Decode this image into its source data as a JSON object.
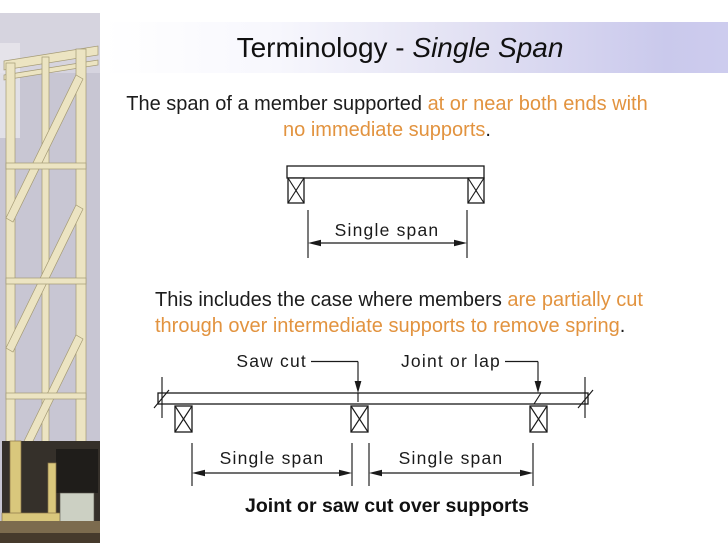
{
  "slide": {
    "title": {
      "prefix": "Terminology - ",
      "emphasis": "Single Span"
    },
    "intro": {
      "line1_black": "The span of a member supported ",
      "line1_orange": "at or near both ends with",
      "line2_orange": "no immediate supports",
      "line2_black": "."
    },
    "note": {
      "line1_black": "This includes the case where members ",
      "line1_orange": "are partially cut",
      "line2_orange": "through over intermediate supports to remove spring",
      "line2_black": "."
    },
    "diagram_single_span": {
      "span_label": "Single span"
    },
    "diagram_joint": {
      "saw_cut_label": "Saw cut",
      "joint_label": "Joint or lap",
      "left_span_label": "Single span",
      "right_span_label": "Single span",
      "caption": "Joint or saw cut over supports"
    },
    "colors": {
      "accent_orange": "#E2933F",
      "banner_lavender": "#CAC9EC",
      "ink": "#1A1A1A",
      "photo_sky": "#C8C6D3",
      "photo_timber": "#ECE4C2"
    }
  }
}
